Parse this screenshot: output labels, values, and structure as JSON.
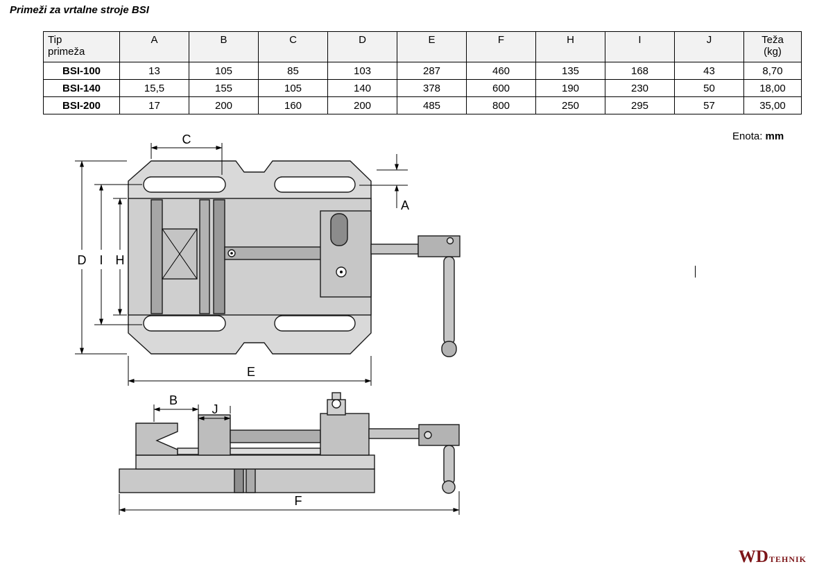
{
  "title": "Primeži za vrtalne stroje BSI",
  "unit_note": {
    "label": "Enota:",
    "value": "mm"
  },
  "table": {
    "headers": [
      "Tip\nprimeža",
      "A",
      "B",
      "C",
      "D",
      "E",
      "F",
      "H",
      "I",
      "J",
      "Teža\n(kg)"
    ],
    "rows": [
      {
        "type": "BSI-100",
        "values": [
          "13",
          "105",
          "85",
          "103",
          "287",
          "460",
          "135",
          "168",
          "43",
          "8,70"
        ]
      },
      {
        "type": "BSI-140",
        "values": [
          "15,5",
          "155",
          "105",
          "140",
          "378",
          "600",
          "190",
          "230",
          "50",
          "18,00"
        ]
      },
      {
        "type": "BSI-200",
        "values": [
          "17",
          "200",
          "160",
          "200",
          "485",
          "800",
          "250",
          "295",
          "57",
          "35,00"
        ]
      }
    ]
  },
  "drawing": {
    "labels": {
      "c": "C",
      "a": "A",
      "d": "D",
      "i": "I",
      "h": "H",
      "e": "E",
      "b": "B",
      "j": "J",
      "f": "F"
    }
  },
  "logo": {
    "wd": "WD",
    "tehnik": "TEHNIK",
    "color": "#7d1518"
  }
}
